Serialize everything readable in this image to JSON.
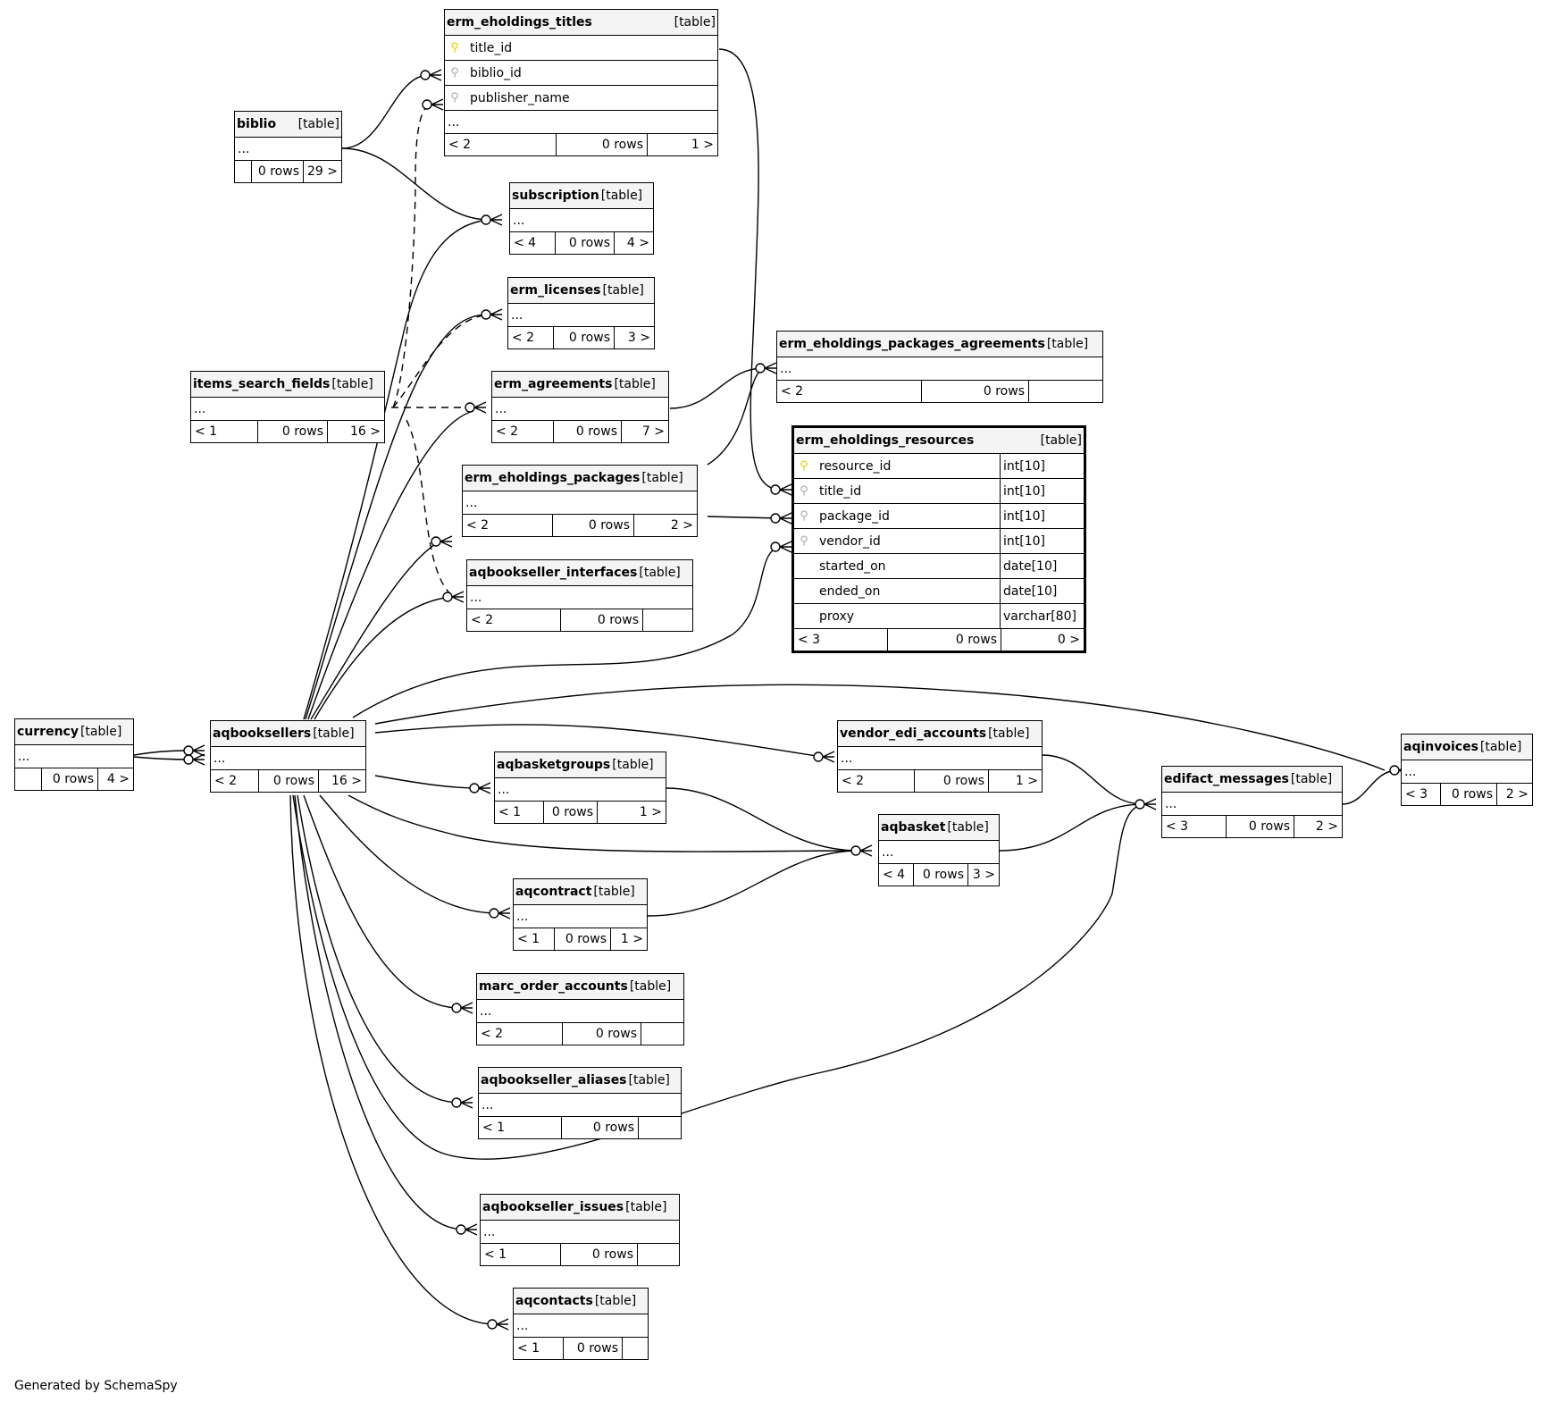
{
  "title": "SchemaSpy relationships diagram: erm_eholdings_resources",
  "footer": "Generated by SchemaSpy",
  "colors": {
    "line": "#000000",
    "header_bg": "#f4f4f4",
    "pk_key": "#e0d000",
    "fk_key": "#aaaaaa"
  },
  "key_icons": {
    "pk": "primary-key-icon",
    "fk": "foreign-key-icon"
  },
  "tables": {
    "erm_eholdings_titles": {
      "name": "erm_eholdings_titles",
      "kind": "[table]",
      "columns": [
        {
          "name": "title_id",
          "key": "pk"
        },
        {
          "name": "biblio_id",
          "key": "fk"
        },
        {
          "name": "publisher_name",
          "key": "fk"
        }
      ],
      "ellipsis": "...",
      "parents": "< 2",
      "rows": "0 rows",
      "children": "1 >"
    },
    "biblio": {
      "name": "biblio",
      "kind": "[table]",
      "ellipsis": "...",
      "parents": "",
      "rows": "0 rows",
      "children": "29 >"
    },
    "subscription": {
      "name": "subscription",
      "kind": "[table]",
      "ellipsis": "...",
      "parents": "< 4",
      "rows": "0 rows",
      "children": "4 >"
    },
    "erm_licenses": {
      "name": "erm_licenses",
      "kind": "[table]",
      "ellipsis": "...",
      "parents": "< 2",
      "rows": "0 rows",
      "children": "3 >"
    },
    "erm_eholdings_packages_agreements": {
      "name": "erm_eholdings_packages_agreements",
      "kind": "[table]",
      "ellipsis": "...",
      "parents": "< 2",
      "rows": "0 rows",
      "children": ""
    },
    "items_search_fields": {
      "name": "items_search_fields",
      "kind": "[table]",
      "ellipsis": "...",
      "parents": "< 1",
      "rows": "0 rows",
      "children": "16 >"
    },
    "erm_agreements": {
      "name": "erm_agreements",
      "kind": "[table]",
      "ellipsis": "...",
      "parents": "< 2",
      "rows": "0 rows",
      "children": "7 >"
    },
    "erm_eholdings_resources": {
      "name": "erm_eholdings_resources",
      "kind": "[table]",
      "columns": [
        {
          "name": "resource_id",
          "key": "pk",
          "type": "int[10]"
        },
        {
          "name": "title_id",
          "key": "fk",
          "type": "int[10]"
        },
        {
          "name": "package_id",
          "key": "fk",
          "type": "int[10]"
        },
        {
          "name": "vendor_id",
          "key": "fk",
          "type": "int[10]"
        },
        {
          "name": "started_on",
          "key": "",
          "type": "date[10]"
        },
        {
          "name": "ended_on",
          "key": "",
          "type": "date[10]"
        },
        {
          "name": "proxy",
          "key": "",
          "type": "varchar[80]"
        }
      ],
      "parents": "< 3",
      "rows": "0 rows",
      "children": "0 >"
    },
    "erm_eholdings_packages": {
      "name": "erm_eholdings_packages",
      "kind": "[table]",
      "ellipsis": "...",
      "parents": "< 2",
      "rows": "0 rows",
      "children": "2 >"
    },
    "aqbookseller_interfaces": {
      "name": "aqbookseller_interfaces",
      "kind": "[table]",
      "ellipsis": "...",
      "parents": "< 2",
      "rows": "0 rows",
      "children": ""
    },
    "currency": {
      "name": "currency",
      "kind": "[table]",
      "ellipsis": "...",
      "parents": "",
      "rows": "0 rows",
      "children": "4 >"
    },
    "aqbooksellers": {
      "name": "aqbooksellers",
      "kind": "[table]",
      "ellipsis": "...",
      "parents": "< 2",
      "rows": "0 rows",
      "children": "16 >"
    },
    "vendor_edi_accounts": {
      "name": "vendor_edi_accounts",
      "kind": "[table]",
      "ellipsis": "...",
      "parents": "< 2",
      "rows": "0 rows",
      "children": "1 >"
    },
    "aqinvoices": {
      "name": "aqinvoices",
      "kind": "[table]",
      "ellipsis": "...",
      "parents": "< 3",
      "rows": "0 rows",
      "children": "2 >"
    },
    "aqbasketgroups": {
      "name": "aqbasketgroups",
      "kind": "[table]",
      "ellipsis": "...",
      "parents": "< 1",
      "rows": "0 rows",
      "children": "1 >"
    },
    "edifact_messages": {
      "name": "edifact_messages",
      "kind": "[table]",
      "ellipsis": "...",
      "parents": "< 3",
      "rows": "0 rows",
      "children": "2 >"
    },
    "aqbasket": {
      "name": "aqbasket",
      "kind": "[table]",
      "ellipsis": "...",
      "parents": "< 4",
      "rows": "0 rows",
      "children": "3 >"
    },
    "aqcontract": {
      "name": "aqcontract",
      "kind": "[table]",
      "ellipsis": "...",
      "parents": "< 1",
      "rows": "0 rows",
      "children": "1 >"
    },
    "marc_order_accounts": {
      "name": "marc_order_accounts",
      "kind": "[table]",
      "ellipsis": "...",
      "parents": "< 2",
      "rows": "0 rows",
      "children": ""
    },
    "aqbookseller_aliases": {
      "name": "aqbookseller_aliases",
      "kind": "[table]",
      "ellipsis": "...",
      "parents": "< 1",
      "rows": "0 rows",
      "children": ""
    },
    "aqbookseller_issues": {
      "name": "aqbookseller_issues",
      "kind": "[table]",
      "ellipsis": "...",
      "parents": "< 1",
      "rows": "0 rows",
      "children": ""
    },
    "aqcontacts": {
      "name": "aqcontacts",
      "kind": "[table]",
      "ellipsis": "...",
      "parents": "< 1",
      "rows": "0 rows",
      "children": ""
    }
  },
  "relationships": [
    {
      "from": "biblio",
      "to": "erm_eholdings_titles.biblio_id",
      "style": "solid"
    },
    {
      "from": "biblio",
      "to": "subscription",
      "style": "solid"
    },
    {
      "from": "items_search_fields",
      "to": "erm_eholdings_titles.publisher_name",
      "style": "dashed"
    },
    {
      "from": "items_search_fields",
      "to": "erm_licenses",
      "style": "dashed"
    },
    {
      "from": "items_search_fields",
      "to": "erm_agreements",
      "style": "dashed"
    },
    {
      "from": "items_search_fields",
      "to": "aqbookseller_interfaces",
      "style": "dashed"
    },
    {
      "from": "aqbooksellers",
      "to": "subscription",
      "style": "solid"
    },
    {
      "from": "aqbooksellers",
      "to": "erm_licenses",
      "style": "solid"
    },
    {
      "from": "aqbooksellers",
      "to": "erm_agreements",
      "style": "solid"
    },
    {
      "from": "aqbooksellers",
      "to": "erm_eholdings_packages",
      "style": "solid"
    },
    {
      "from": "aqbooksellers",
      "to": "aqbookseller_interfaces",
      "style": "solid"
    },
    {
      "from": "aqbooksellers",
      "to": "erm_eholdings_resources.vendor_id",
      "style": "solid"
    },
    {
      "from": "erm_eholdings_titles",
      "to": "erm_eholdings_resources.title_id",
      "style": "solid"
    },
    {
      "from": "erm_eholdings_packages",
      "to": "erm_eholdings_resources.package_id",
      "style": "solid"
    },
    {
      "from": "erm_agreements",
      "to": "erm_eholdings_packages_agreements",
      "style": "solid"
    },
    {
      "from": "erm_eholdings_packages",
      "to": "erm_eholdings_packages_agreements",
      "style": "solid"
    },
    {
      "from": "currency",
      "to": "aqbooksellers",
      "style": "solid"
    },
    {
      "from": "currency",
      "to": "aqbooksellers",
      "style": "solid"
    },
    {
      "from": "aqbooksellers",
      "to": "vendor_edi_accounts",
      "style": "solid"
    },
    {
      "from": "aqbooksellers",
      "to": "aqinvoices",
      "style": "solid"
    },
    {
      "from": "aqbooksellers",
      "to": "aqbasketgroups",
      "style": "solid"
    },
    {
      "from": "aqbooksellers",
      "to": "aqbasket",
      "style": "solid"
    },
    {
      "from": "aqbooksellers",
      "to": "aqcontract",
      "style": "solid"
    },
    {
      "from": "aqbooksellers",
      "to": "marc_order_accounts",
      "style": "solid"
    },
    {
      "from": "aqbooksellers",
      "to": "aqbookseller_aliases",
      "style": "solid"
    },
    {
      "from": "aqbooksellers",
      "to": "aqbookseller_issues",
      "style": "solid"
    },
    {
      "from": "aqbooksellers",
      "to": "aqcontacts",
      "style": "solid"
    },
    {
      "from": "aqbooksellers",
      "to": "edifact_messages",
      "style": "solid"
    },
    {
      "from": "aqbasketgroups",
      "to": "aqbasket",
      "style": "solid"
    },
    {
      "from": "aqcontract",
      "to": "aqbasket",
      "style": "solid"
    },
    {
      "from": "vendor_edi_accounts",
      "to": "edifact_messages",
      "style": "solid"
    },
    {
      "from": "aqbasket",
      "to": "edifact_messages",
      "style": "solid"
    },
    {
      "from": "edifact_messages",
      "to": "aqinvoices",
      "style": "solid"
    }
  ]
}
